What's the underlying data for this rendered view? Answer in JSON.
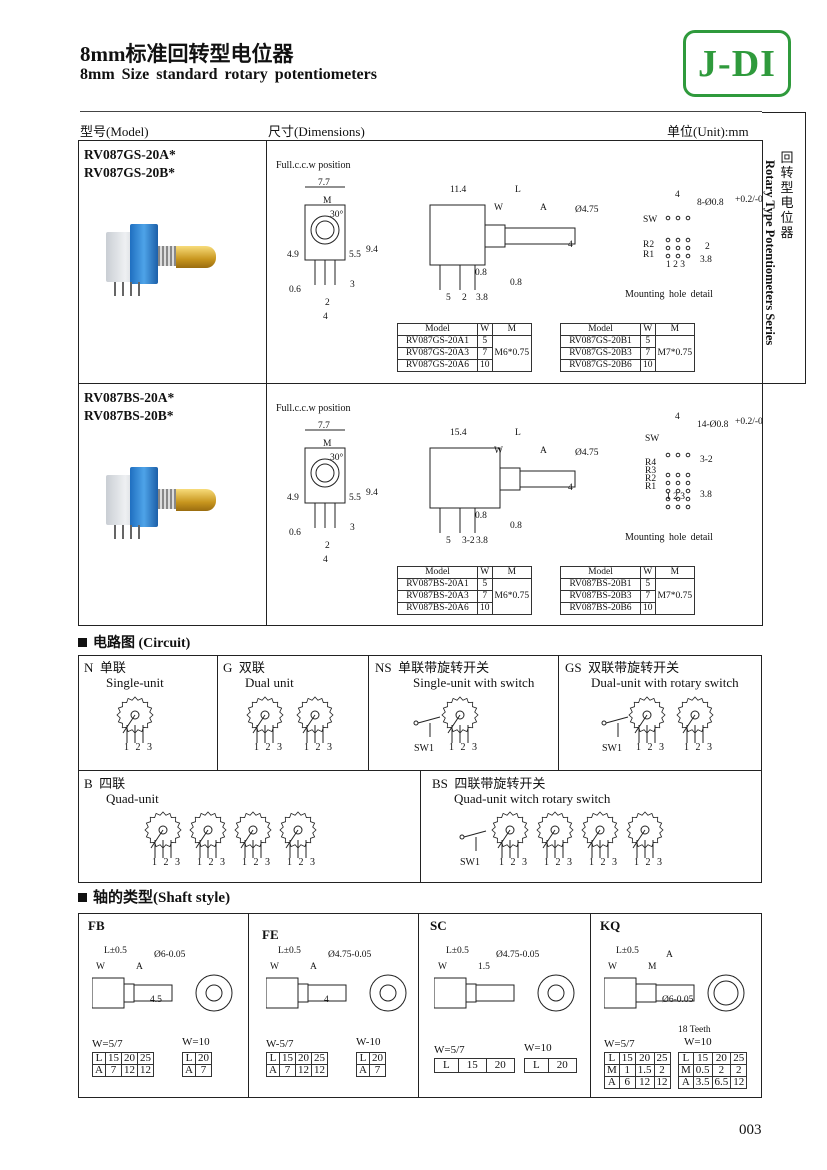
{
  "header": {
    "title_cn": "8mm标准回转型电位器",
    "title_en": "8mm Size standard rotary potentiometers",
    "logo": "J-DI"
  },
  "table_header": {
    "model": "型号(Model)",
    "dimensions": "尺寸(Dimensions)",
    "unit": "单位(Unit):mm"
  },
  "side": {
    "cn": "回转型电位器",
    "en": "Rotary Type Potentiometers Series"
  },
  "products": [
    {
      "models": [
        "RV087GS-20A*",
        "RV087GS-20B*"
      ],
      "position": "Full.c.c.w position",
      "mounting": "Mounting hole detail",
      "front_dims": [
        "7.7",
        "M",
        "30°",
        "4.9",
        "5.5",
        "9.4",
        "3",
        "0.6",
        "2",
        "4"
      ],
      "side_dims": [
        "11.4",
        "L",
        "W",
        "A",
        "Ø4.75",
        "4",
        "0.8",
        "5",
        "2",
        "3.8",
        "0.8"
      ],
      "hole_dims": [
        "4",
        "8-Ø0.8",
        "+0.2/-0",
        "SW",
        "R2",
        "R1",
        "1 2 3",
        "3.8",
        "2"
      ],
      "tables": [
        {
          "header": [
            "Model",
            "W",
            "M"
          ],
          "rows": [
            [
              "RV087GS-20A1",
              "5"
            ],
            [
              "RV087GS-20A3",
              "7"
            ],
            [
              "RV087GS-20A6",
              "10"
            ]
          ],
          "m": "M6*0.75"
        },
        {
          "header": [
            "Model",
            "W",
            "M"
          ],
          "rows": [
            [
              "RV087GS-20B1",
              "5"
            ],
            [
              "RV087GS-20B3",
              "7"
            ],
            [
              "RV087GS-20B6",
              "10"
            ]
          ],
          "m": "M7*0.75"
        }
      ]
    },
    {
      "models": [
        "RV087BS-20A*",
        "RV087BS-20B*"
      ],
      "position": "Full.c.c.w position",
      "mounting": "Mounting hole detail",
      "front_dims": [
        "7.7",
        "M",
        "30°",
        "4.9",
        "5.5",
        "9.4",
        "3",
        "0.6",
        "2",
        "4"
      ],
      "side_dims": [
        "15.4",
        "L",
        "W",
        "A",
        "Ø4.75",
        "4",
        "0.8",
        "5",
        "3-2",
        "3.8",
        "0.8"
      ],
      "hole_dims": [
        "4",
        "14-Ø0.8",
        "+0.2/-0",
        "SW",
        "R4",
        "R3",
        "R2",
        "R1",
        "1 2 3",
        "3-2",
        "3.8"
      ],
      "tables": [
        {
          "header": [
            "Model",
            "W",
            "M"
          ],
          "rows": [
            [
              "RV087BS-20A1",
              "5"
            ],
            [
              "RV087BS-20A3",
              "7"
            ],
            [
              "RV087BS-20A6",
              "10"
            ]
          ],
          "m": "M6*0.75"
        },
        {
          "header": [
            "Model",
            "W",
            "M"
          ],
          "rows": [
            [
              "RV087BS-20B1",
              "5"
            ],
            [
              "RV087BS-20B3",
              "7"
            ],
            [
              "RV087BS-20B6",
              "10"
            ]
          ],
          "m": "M7*0.75"
        }
      ]
    }
  ],
  "circuit": {
    "title": "电路图 (Circuit)",
    "pins": "1 2 3",
    "sw": "SW1",
    "cells": [
      {
        "code": "N",
        "cn": "单联",
        "en": "Single-unit"
      },
      {
        "code": "G",
        "cn": "双联",
        "en": "Dual unit"
      },
      {
        "code": "NS",
        "cn": "单联带旋转开关",
        "en": "Single-unit with switch"
      },
      {
        "code": "GS",
        "cn": "双联带旋转开关",
        "en": "Dual-unit with rotary switch"
      },
      {
        "code": "B",
        "cn": "四联",
        "en": "Quad-unit"
      },
      {
        "code": "BS",
        "cn": "四联带旋转开关",
        "en": "Quad-unit witch  rotary  switch"
      }
    ]
  },
  "shaft": {
    "title": "轴的类型(Shaft style)",
    "styles": [
      {
        "code": "FB",
        "dims": [
          "L±0.5",
          "W",
          "A",
          "Ø6-0.05",
          "4.5"
        ],
        "w57": "W=5/7",
        "w10": "W=10",
        "t57": [
          [
            "L",
            "15",
            "20",
            "25"
          ],
          [
            "A",
            "7",
            "12",
            "12"
          ]
        ],
        "t10": [
          [
            "L",
            "20"
          ],
          [
            "A",
            "7"
          ]
        ]
      },
      {
        "code": "FE",
        "dims": [
          "L±0.5",
          "W",
          "A",
          "Ø4.75-0.05",
          "4"
        ],
        "w57": "W-5/7",
        "w10": "W-10",
        "t57": [
          [
            "L",
            "15",
            "20",
            "25"
          ],
          [
            "A",
            "7",
            "12",
            "12"
          ]
        ],
        "t10": [
          [
            "L",
            "20"
          ],
          [
            "A",
            "7"
          ]
        ]
      },
      {
        "code": "SC",
        "dims": [
          "L±0.5",
          "W",
          "1.5",
          "Ø4.75-0.05"
        ],
        "w57": "W=5/7",
        "w10": "W=10",
        "t57": [
          [
            "L",
            "15",
            "20"
          ]
        ],
        "t10": [
          [
            "L",
            "20"
          ]
        ]
      },
      {
        "code": "KQ",
        "dims": [
          "L±0.5",
          "W",
          "M",
          "A",
          "Ø6-0.05",
          "18 Teeth"
        ],
        "w57": "W=5/7",
        "w10": "W=10",
        "t57": [
          [
            "L",
            "15",
            "20",
            "25"
          ],
          [
            "M",
            "1",
            "1.5",
            "2"
          ],
          [
            "A",
            "6",
            "12",
            "12"
          ]
        ],
        "t10": [
          [
            "L",
            "15",
            "20",
            "25"
          ],
          [
            "M",
            "0.5",
            "2",
            "2"
          ],
          [
            "A",
            "3.5",
            "6.5",
            "12"
          ]
        ]
      }
    ]
  },
  "page_number": "003"
}
